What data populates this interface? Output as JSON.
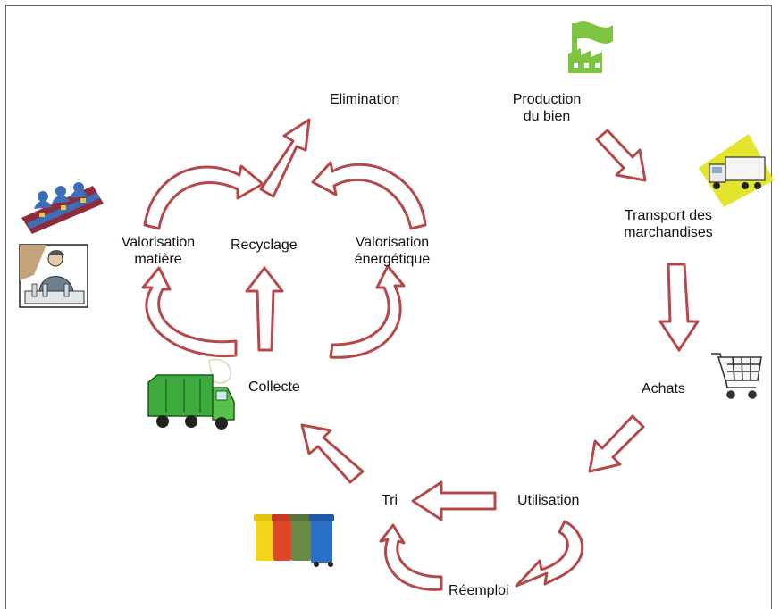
{
  "nodes": {
    "elimination": "Elimination",
    "production_1": "Production",
    "production_2": "du bien",
    "transport_1": "Transport des",
    "transport_2": "marchandises",
    "achats": "Achats",
    "utilisation": "Utilisation",
    "reemploi": "Réemploi",
    "tri": "Tri",
    "collecte": "Collecte",
    "valorisation_matiere_1": "Valorisation",
    "valorisation_matiere_2": "matière",
    "recyclage": "Recyclage",
    "valorisation_energetique_1": "Valorisation",
    "valorisation_energetique_2": "énergétique"
  },
  "icons": {
    "factory": "factory-icon",
    "truck": "truck-icon",
    "cart": "shopping-cart-icon",
    "garbage_truck": "garbage-truck-icon",
    "bins": "recycling-bins-icon",
    "sorting_workers": "sorting-workers-icon",
    "worker": "worker-icon"
  },
  "colors": {
    "arrow_stroke": "#b5484a",
    "arrow_fill": "#ffffff",
    "factory": "#7dc540",
    "garbage_truck": "#3caa3c",
    "bins": [
      "#f2d51b",
      "#e0462a",
      "#6b8a48",
      "#2a6fc9"
    ]
  }
}
